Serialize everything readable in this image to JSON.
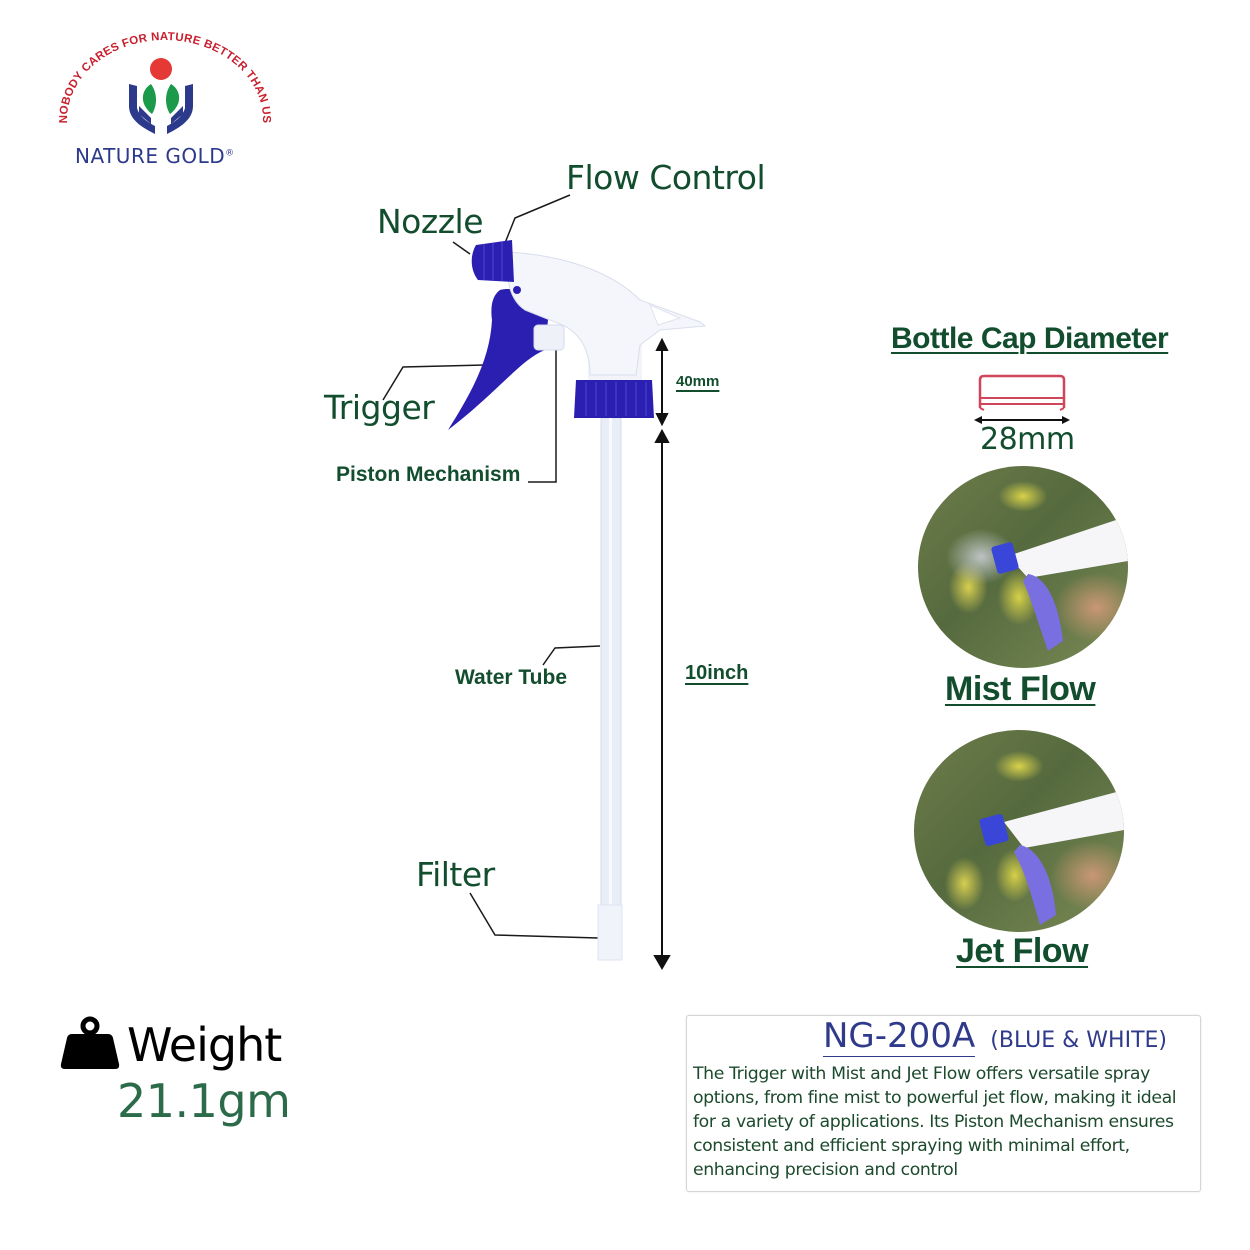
{
  "brand": {
    "tagline": "\"NOBODY CARES FOR NATURE BETTER THAN US\"",
    "name": "NATURE GOLD",
    "registered_mark": "®",
    "colors": {
      "tagline": "#c8202e",
      "name": "#2d3a8c",
      "sun": "#e53935",
      "leaf": "#1a9a4a",
      "hands": "#2d3a8c"
    }
  },
  "diagram": {
    "part_labels": {
      "flow_control": "Flow Control",
      "nozzle": "Nozzle",
      "trigger": "Trigger",
      "piston": "Piston Mechanism",
      "water_tube": "Water Tube",
      "filter": "Filter"
    },
    "dimensions": {
      "head_height": "40mm",
      "tube_length": "10inch"
    },
    "colors": {
      "label": "#124d2e",
      "product_blue": "#2a1fb0",
      "product_white": "#f4f6fb"
    }
  },
  "cap": {
    "title": "Bottle Cap Diameter",
    "diameter": "28mm",
    "icon_color": "#d0455a"
  },
  "flows": [
    {
      "label": "Mist Flow",
      "icon": "mist-spray-photo"
    },
    {
      "label": "Jet Flow",
      "icon": "jet-spray-photo"
    }
  ],
  "weight": {
    "label": "Weight",
    "value": "21.1gm",
    "icon": "weight-icon",
    "value_color": "#2c6b4a"
  },
  "description": {
    "model": "NG-200A",
    "variant": "(BLUE & WHITE)",
    "lines": [
      "The Trigger  with Mist and Jet Flow offers versatile spray",
      "options, from fine mist to powerful jet flow, making it ideal",
      "for a variety of applications. Its Piston Mechanism ensures",
      "consistent and efficient spraying with minimal effort,",
      "enhancing precision and control"
    ]
  }
}
